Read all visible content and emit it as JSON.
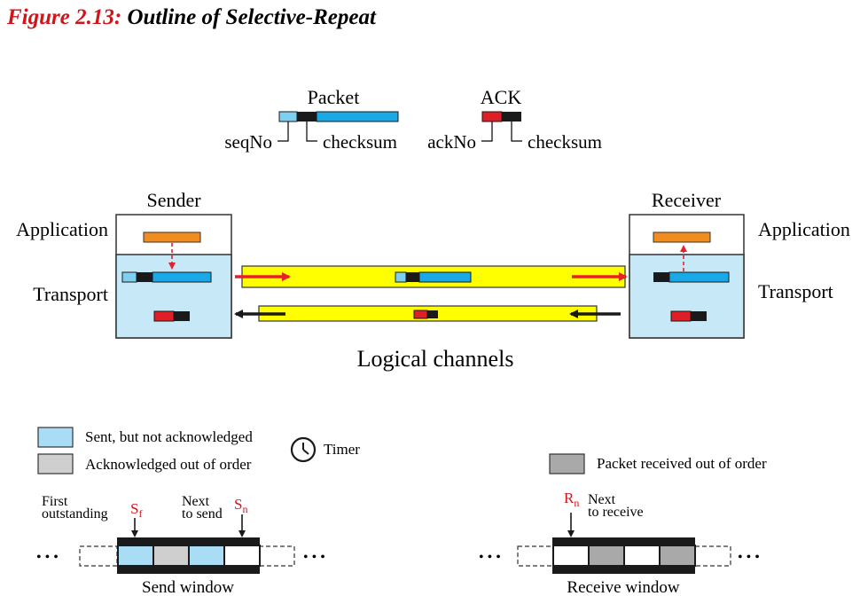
{
  "figure": {
    "number": "Figure 2.13:",
    "title": "Outline of Selective-Repeat"
  },
  "formats": {
    "packet": {
      "title": "Packet",
      "seq": "seqNo",
      "checksum": "checksum"
    },
    "ack": {
      "title": "ACK",
      "ack": "ackNo",
      "checksum": "checksum"
    }
  },
  "sender": {
    "title": "Sender",
    "application": "Application",
    "transport": "Transport"
  },
  "receiver": {
    "title": "Receiver",
    "application": "Application",
    "transport": "Transport"
  },
  "channels": {
    "label": "Logical channels"
  },
  "legend": {
    "sent_not_acked": "Sent, but not acknowledged",
    "acked_out_of_order": "Acknowledged out of order",
    "timer": "Timer",
    "received_out_of_order": "Packet received out of order"
  },
  "send_window": {
    "label": "Send window",
    "first_outstanding": [
      "First",
      "outstanding"
    ],
    "next_to_send": [
      "Next",
      "to send"
    ],
    "sf": "S",
    "sf_sub": "f",
    "sn": "S",
    "sn_sub": "n",
    "slots": [
      "sent",
      "acked",
      "sent",
      "empty"
    ]
  },
  "receive_window": {
    "label": "Receive window",
    "next_to_receive": [
      "Next",
      "to receive"
    ],
    "rn": "R",
    "rn_sub": "n",
    "slots": [
      "empty",
      "received",
      "empty",
      "received"
    ]
  },
  "ellipsis": "• • •",
  "colors": {
    "seq_light_blue": "#7fd0f0",
    "body_blue": "#1aa8e6",
    "checksum_black": "#1a1a1a",
    "ack_red": "#e01e26",
    "app_orange": "#f28c1c",
    "transport_bg": "#c6e8f7",
    "channel_yellow": "#ffff00",
    "arrow_red": "#e8202a",
    "sent_slot": "#a9dcf5",
    "acked_slot": "#cfcfcf",
    "received_slot": "#a9a9a9",
    "accent_red_text": "#d0141a"
  },
  "icons": {
    "timer": "clock-icon"
  }
}
